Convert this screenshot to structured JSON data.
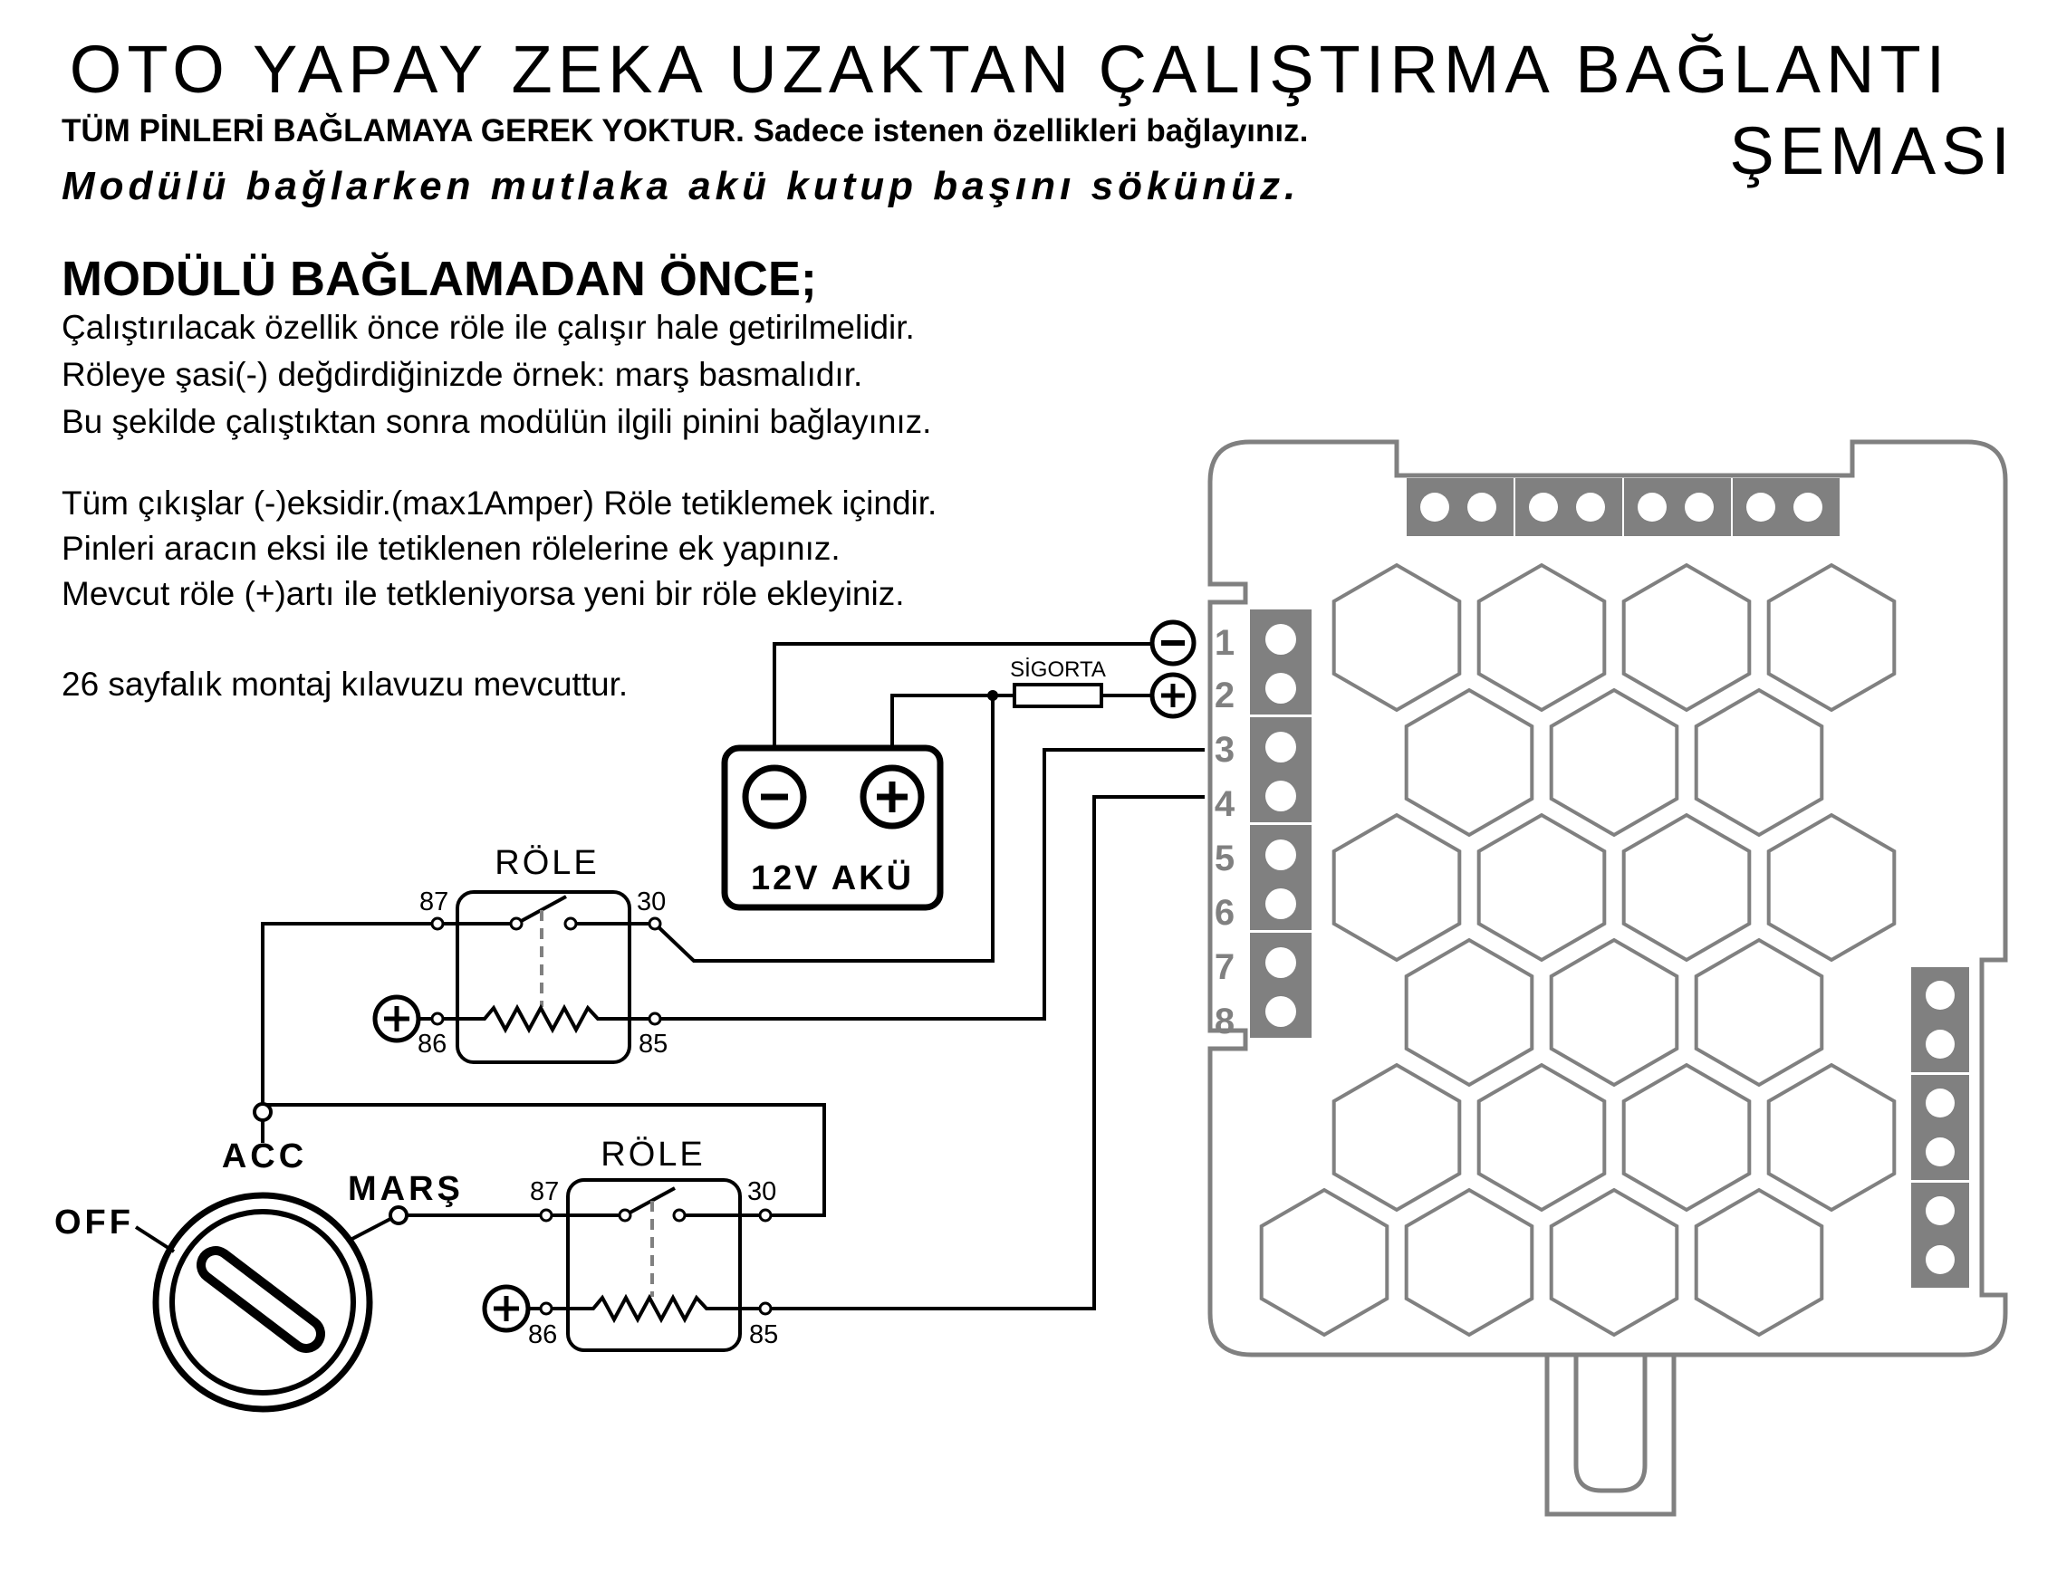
{
  "title": {
    "line1": "OTO YAPAY ZEKA UZAKTAN ÇALIŞTIRMA BAĞLANTI",
    "line2": "ŞEMASI"
  },
  "notes": {
    "bold_note": "TÜM PİNLERİ BAĞLAMAYA GEREK YOKTUR. Sadece istenen özellikleri bağlayınız.",
    "italic_note": "Modülü bağlarken mutlaka akü kutup başını sökünüz.",
    "section_heading": "MODÜLÜ BAĞLAMADAN ÖNCE;",
    "paragraph1": [
      "Çalıştırılacak özellik önce röle ile çalışır hale getirilmelidir.",
      "Röleye şasi(-) değdirdiğinizde örnek: marş basmalıdır.",
      "Bu şekilde çalıştıktan sonra modülün ilgili pinini bağlayınız."
    ],
    "paragraph2": [
      "Tüm çıkışlar (-)eksidir.(max1Amper) Röle tetiklemek içindir.",
      "Pinleri aracın eksi ile tetiklenen rölelerine ek yapınız.",
      "Mevcut röle (+)artı ile tetkleniyorsa yeni bir röle ekleyiniz."
    ],
    "manual": "26 sayfalık montaj kılavuzu mevcuttur."
  },
  "battery": {
    "label": "12V AKÜ"
  },
  "fuse": {
    "label": "SİGORTA"
  },
  "relays": [
    {
      "title": "RÖLE",
      "pin87": "87",
      "pin30": "30",
      "pin86": "86",
      "pin85": "85"
    },
    {
      "title": "RÖLE",
      "pin87": "87",
      "pin30": "30",
      "pin86": "86",
      "pin85": "85"
    }
  ],
  "ignition": {
    "acc": "ACC",
    "off": "OFF",
    "start": "MARŞ"
  },
  "module": {
    "pins": [
      "1",
      "2",
      "3",
      "4",
      "5",
      "6",
      "7",
      "8"
    ]
  },
  "colors": {
    "ink": "#000000",
    "module_gray": "#808080",
    "white": "#ffffff"
  }
}
